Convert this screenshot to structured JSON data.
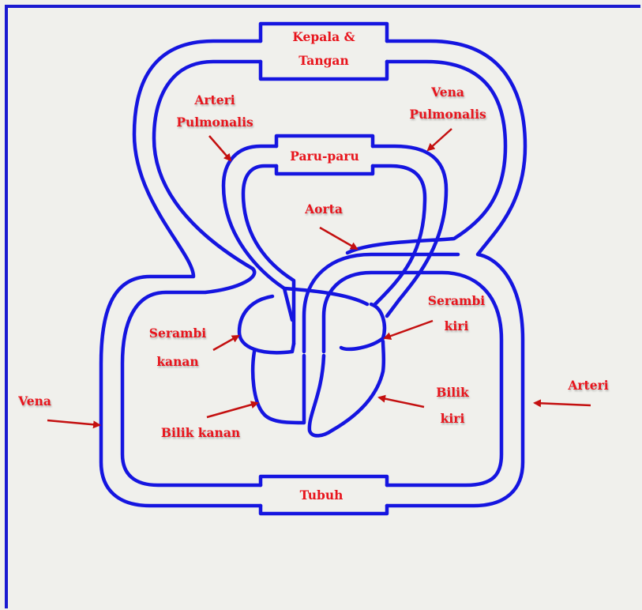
{
  "colors": {
    "background": "#f0f0ec",
    "frame": "#1a1ad0",
    "vessel": "#1515e0",
    "label": "#e8141c",
    "arrow": "#c41010"
  },
  "boxes": {
    "head_arms": [
      "Kepala &",
      "Tangan"
    ],
    "lungs": "Paru-paru",
    "body": "Tubuh"
  },
  "labels": {
    "pulmonary_artery": [
      "Arteri",
      "Pulmonalis"
    ],
    "pulmonary_vein": [
      "Vena",
      "Pulmonalis"
    ],
    "aorta": "Aorta",
    "left_atrium": [
      "Serambi",
      "kiri"
    ],
    "right_atrium": [
      "Serambi",
      "kanan"
    ],
    "left_ventricle": [
      "Bilik",
      "kiri"
    ],
    "right_ventricle": "Bilik  kanan",
    "vein": "Vena",
    "artery": "Arteri"
  }
}
